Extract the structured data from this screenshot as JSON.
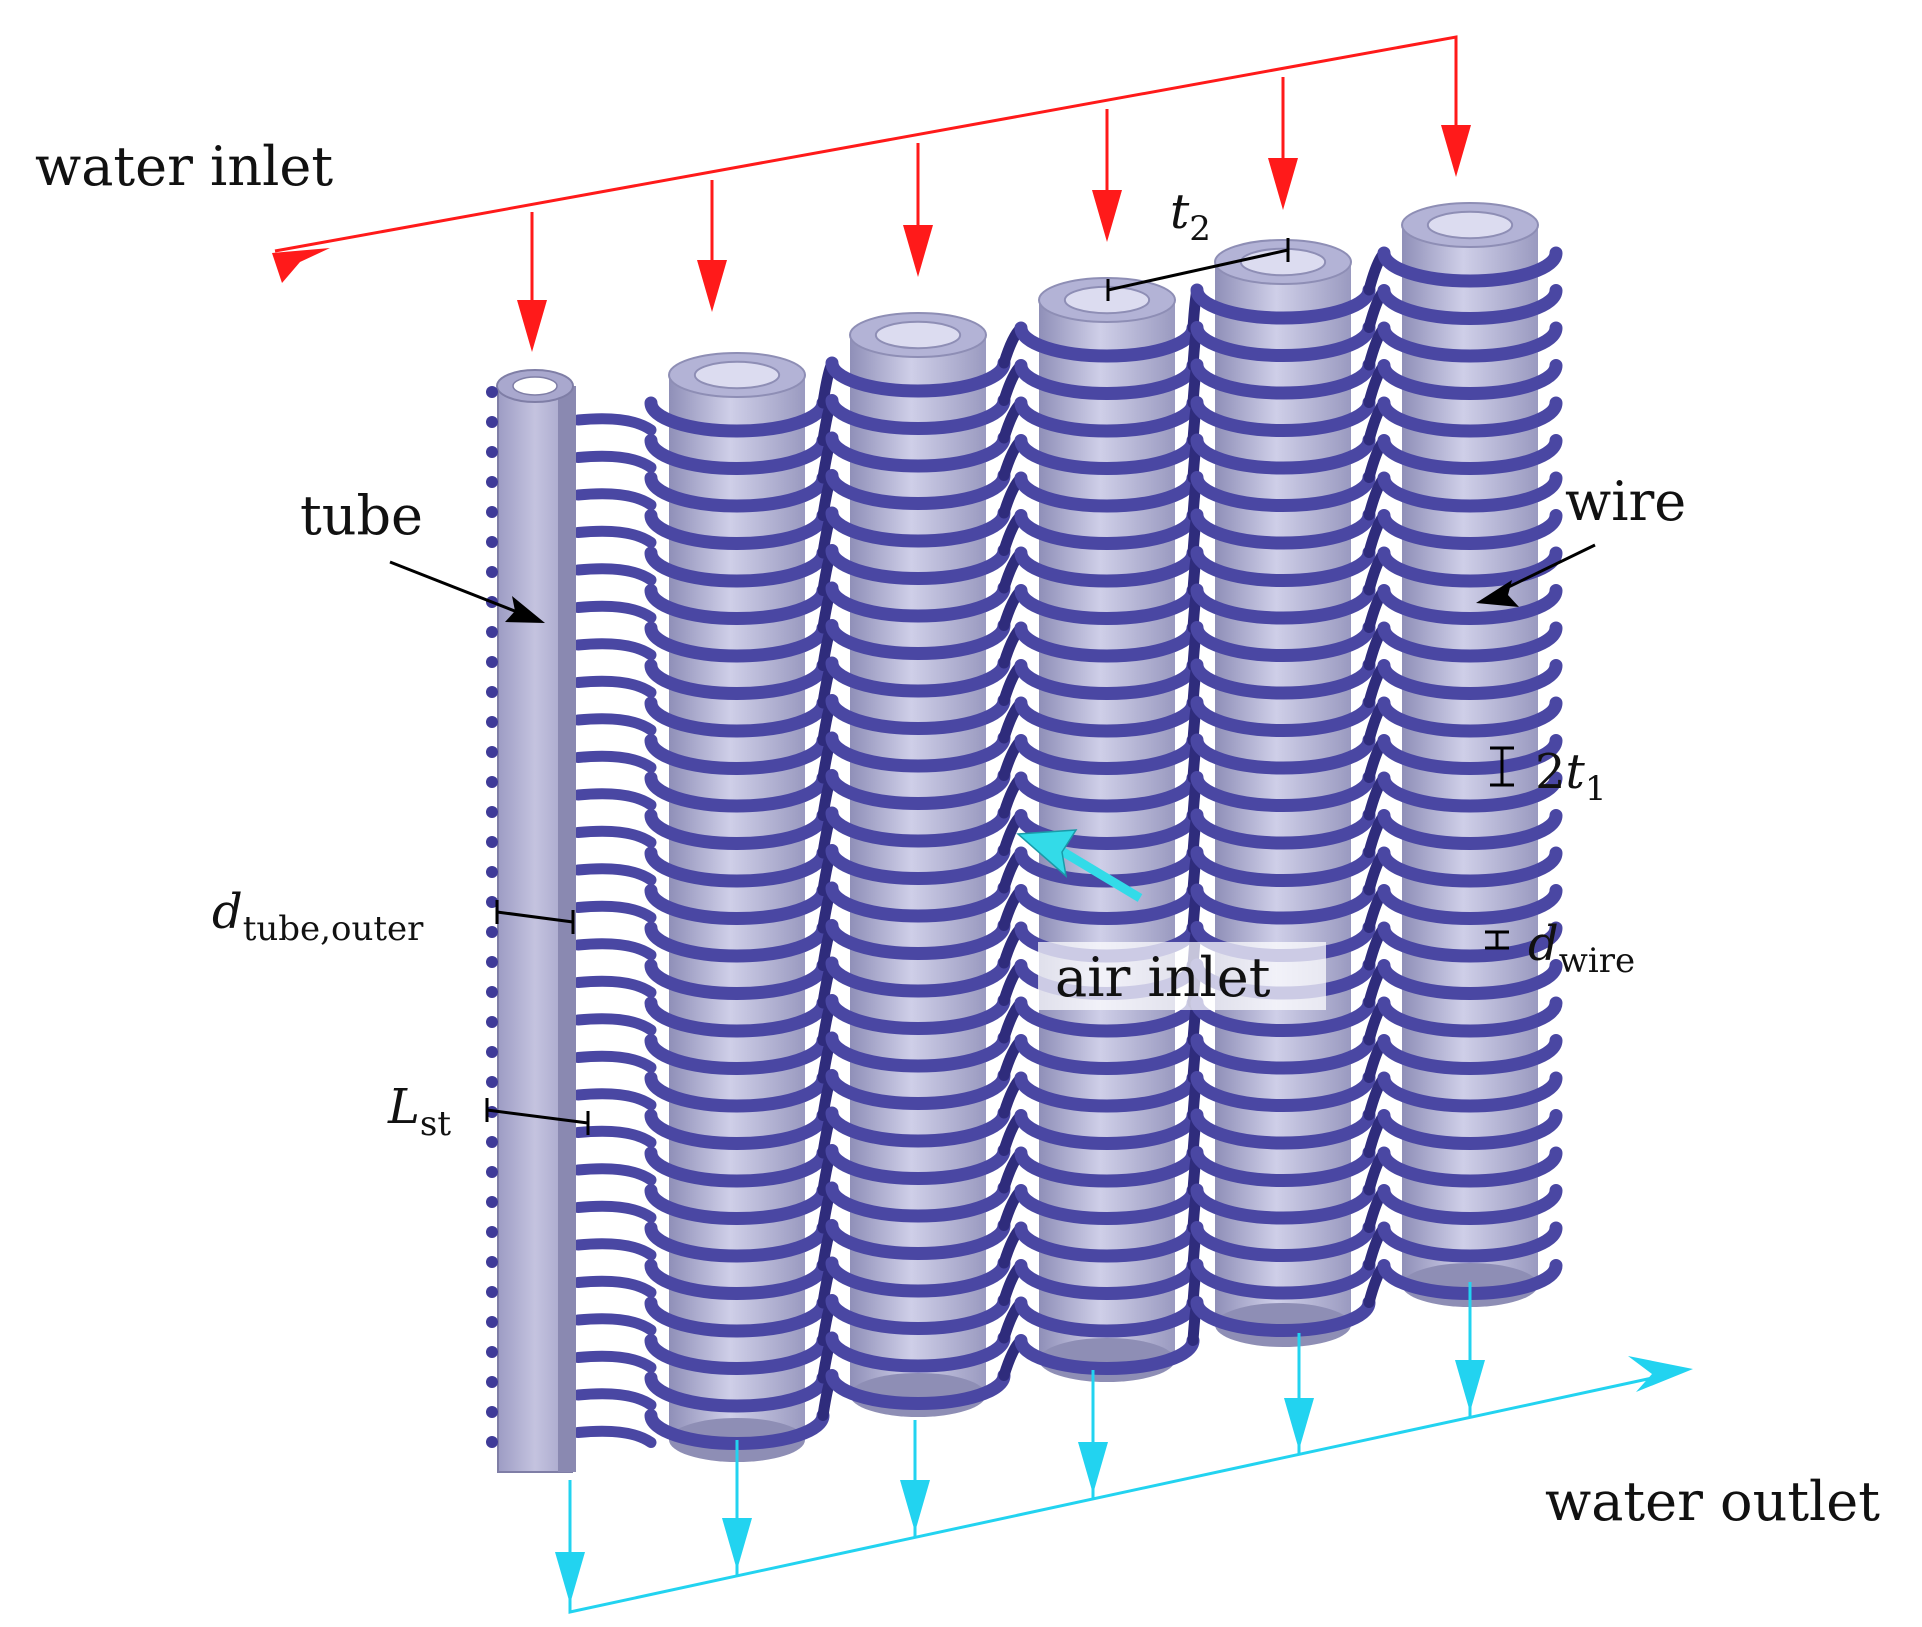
{
  "labels": {
    "water_inlet": "water inlet",
    "water_outlet": "water outlet",
    "tube": "tube",
    "wire": "wire",
    "air_inlet": "air inlet"
  },
  "dimensions": {
    "t2_symbol": "t",
    "t2_sub": "2",
    "two_t1_coef": "2",
    "two_t1_symbol": "t",
    "two_t1_sub": "1",
    "d_tube_symbol": "d",
    "d_tube_sub": "tube,outer",
    "d_wire_symbol": "d",
    "d_wire_sub": "wire",
    "l_st_symbol": "L",
    "l_st_sub": "st"
  },
  "colors": {
    "inlet": "#ff1a1a",
    "outlet": "#22d3f0",
    "wire": "#4a47a3",
    "wire_dark": "#2f2c7c",
    "tube": "#b3b3d6",
    "tube_dark": "#8e8eb5",
    "annotation": "#000000",
    "air_arrow": "#33dbe8"
  }
}
